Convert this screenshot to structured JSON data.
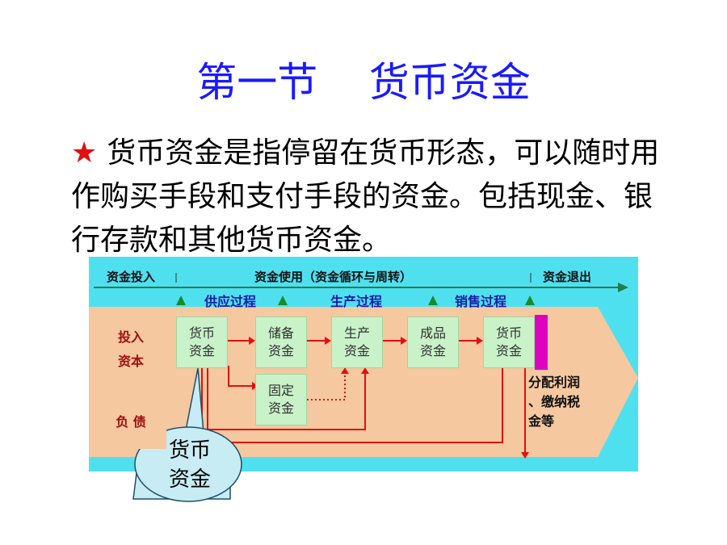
{
  "title": "第一节    货币资金",
  "definition": {
    "bullet": "★",
    "text": "货币资金是指停留在货币形态，可以随时用作购买手段和支付手段的资金。包括现金、银行存款和其他货币资金。"
  },
  "diagram": {
    "stages": {
      "investment": "资金投入",
      "usage": "资金使用（资金循环与周转）",
      "exit": "资金退出"
    },
    "processes": {
      "supply": "供应过程",
      "production": "生产过程",
      "sales": "销售过程"
    },
    "sources": {
      "capital": "投入\n资本",
      "liabilities": "负 债"
    },
    "boxes": {
      "cash1": "货币\n资金",
      "reserve": "储备\n资金",
      "production": "生产\n资金",
      "finished": "成品\n资金",
      "cash2": "货币\n资金",
      "fixed": "固定\n资金"
    },
    "exit_note": "分配利润\n、缴纳税\n金等",
    "callout": "货币\n资金"
  },
  "colors": {
    "title": "#1a1aff",
    "background": "#4fe0f0",
    "flow_band": "#f5c8a0",
    "box": "#c9f2c9",
    "arrow": "#e01010",
    "marker": "#e000c0",
    "triangle": "#1a8a2a"
  }
}
